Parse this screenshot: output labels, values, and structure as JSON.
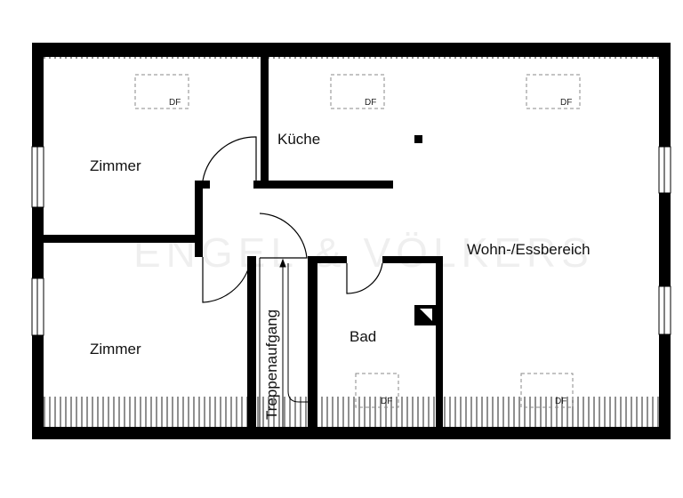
{
  "rooms": {
    "zimmer_top": "Zimmer",
    "zimmer_bottom": "Zimmer",
    "kueche": "Küche",
    "wohn": "Wohn-/Essbereich",
    "bad": "Bad",
    "treppe": "Treppenaufgang"
  },
  "skylight_label": "DF",
  "watermark": "ENGEL & VÖLKERS",
  "colors": {
    "wall": "#000000",
    "roof_hatch": "#555555",
    "skylight": "#888888"
  }
}
